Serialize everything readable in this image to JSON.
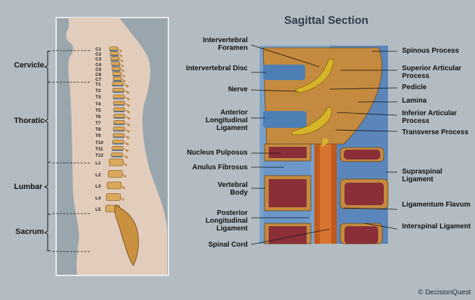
{
  "title": "Sagittal Section",
  "regions": [
    "Cervicle",
    "Thoratic",
    "Lumbar",
    "Sacrum"
  ],
  "vertebrae": [
    "C1",
    "C2",
    "C3",
    "C4",
    "C5",
    "C6",
    "C7",
    "T1",
    "T2",
    "T3",
    "T4",
    "T5",
    "T6",
    "T7",
    "T8",
    "T9",
    "T10",
    "T11",
    "T12",
    "L1",
    "L2",
    "L3",
    "L4",
    "L5"
  ],
  "labels_left": [
    "Intervertebral Foramen",
    "Intervertebral Disc",
    "Nerve",
    "Anterior Longitudinal Ligament",
    "Nucleus Pulposus",
    "Anulus Fibrosus",
    "Vertebral Body",
    "Posterior Longitudinal Ligament",
    "Spinal Cord"
  ],
  "labels_right": [
    "Spinous Process",
    "Superior Articular Process",
    "Pedicle",
    "Lamina",
    "Inferior Articular Process",
    "Transverse Process",
    "Supraspinal Ligament",
    "Ligamentum Flavum",
    "Interspinal Ligament"
  ],
  "copyright": "© DecisionQuest",
  "colors": {
    "background": "#b2bcc2",
    "panel": "#9aa6ad",
    "body_silhouette": "#e2cdbd",
    "bone": "#c48a3f",
    "disc": "#4d7fb5",
    "nerve": "#d6b42a",
    "cord": "#c05a1d",
    "marrow": "#8a2e38"
  }
}
